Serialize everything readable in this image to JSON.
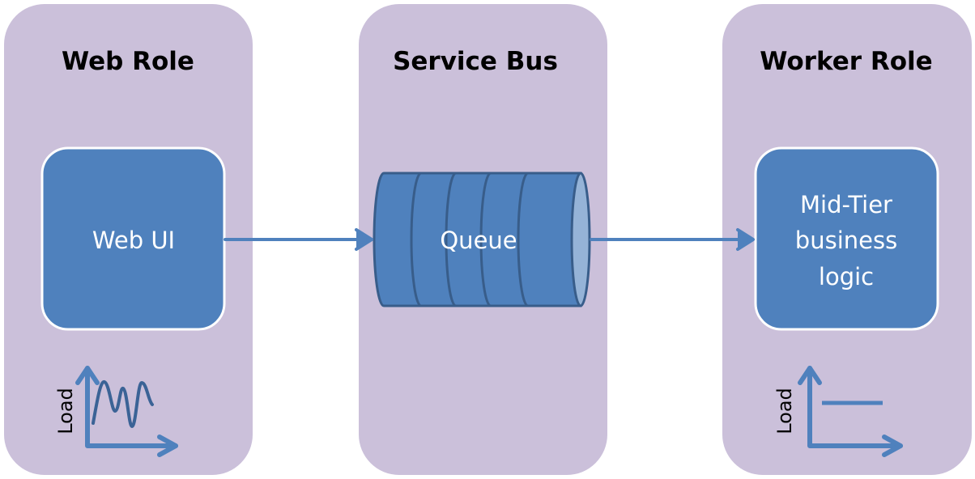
{
  "panels": [
    {
      "title": "Web Role",
      "component": "Web UI",
      "chart_label": "Load",
      "load_pattern": "fluctuating"
    },
    {
      "title": "Service Bus",
      "component": "Queue"
    },
    {
      "title": "Worker Role",
      "component_lines": [
        "Mid-Tier",
        "business",
        "logic"
      ],
      "chart_label": "Load",
      "load_pattern": "constant"
    }
  ],
  "colors": {
    "panel": "#CBC0DA",
    "box": "#4F81BD",
    "box_border": "#FFFFFF",
    "queue_stroke": "#385D8A",
    "queue_cap": "#95B3D7",
    "arrow": "#4F81BD",
    "wave": "#3B6396"
  }
}
